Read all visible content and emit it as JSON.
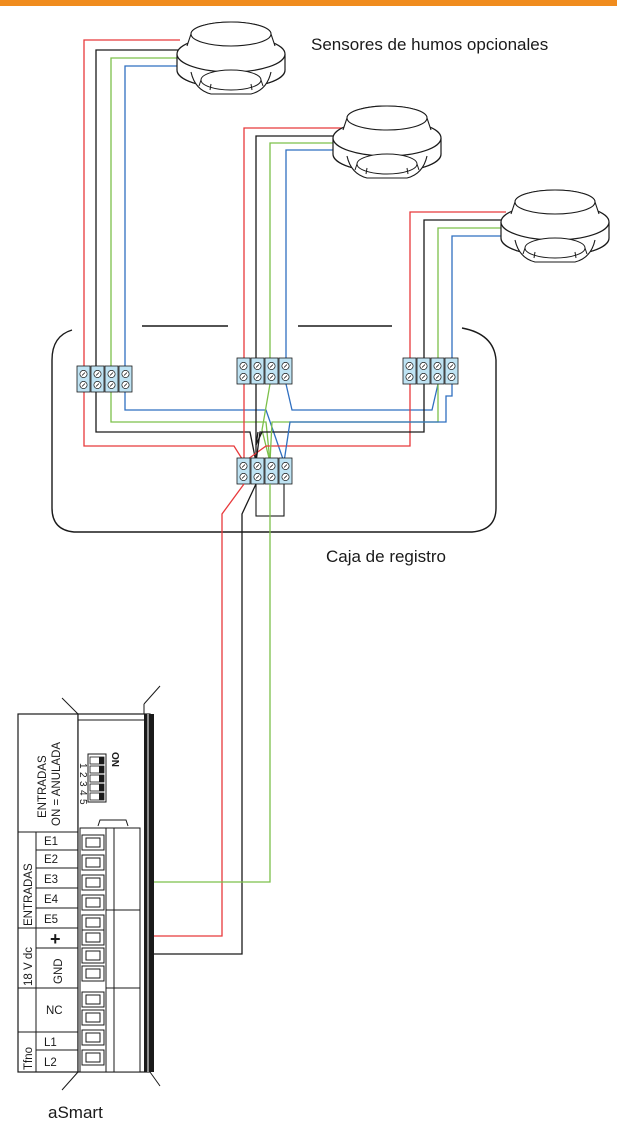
{
  "header": {
    "bar_color": "#f08c1e"
  },
  "labels": {
    "sensors": "Sensores de humos opcionales",
    "junction_box": "Caja de registro",
    "device": "aSmart"
  },
  "device_panel": {
    "inputs_group": "ENTRADAS",
    "dip_title_line1": "ENTRADAS",
    "dip_title_line2": "ON = ANULADA",
    "dip_on": "ON",
    "dip_numbers": [
      "1",
      "2",
      "3",
      "4",
      "5"
    ],
    "power_group": "18 V dc",
    "phone_group": "Tfno",
    "terminals": [
      "E1",
      "E2",
      "E3",
      "E4",
      "E5",
      "+",
      "GND",
      "NC",
      "L1",
      "L2"
    ]
  },
  "wire_colors": {
    "red": "#e8393b",
    "black": "#1a1a1a",
    "green": "#7cc04a",
    "blue": "#2f6fc0"
  }
}
